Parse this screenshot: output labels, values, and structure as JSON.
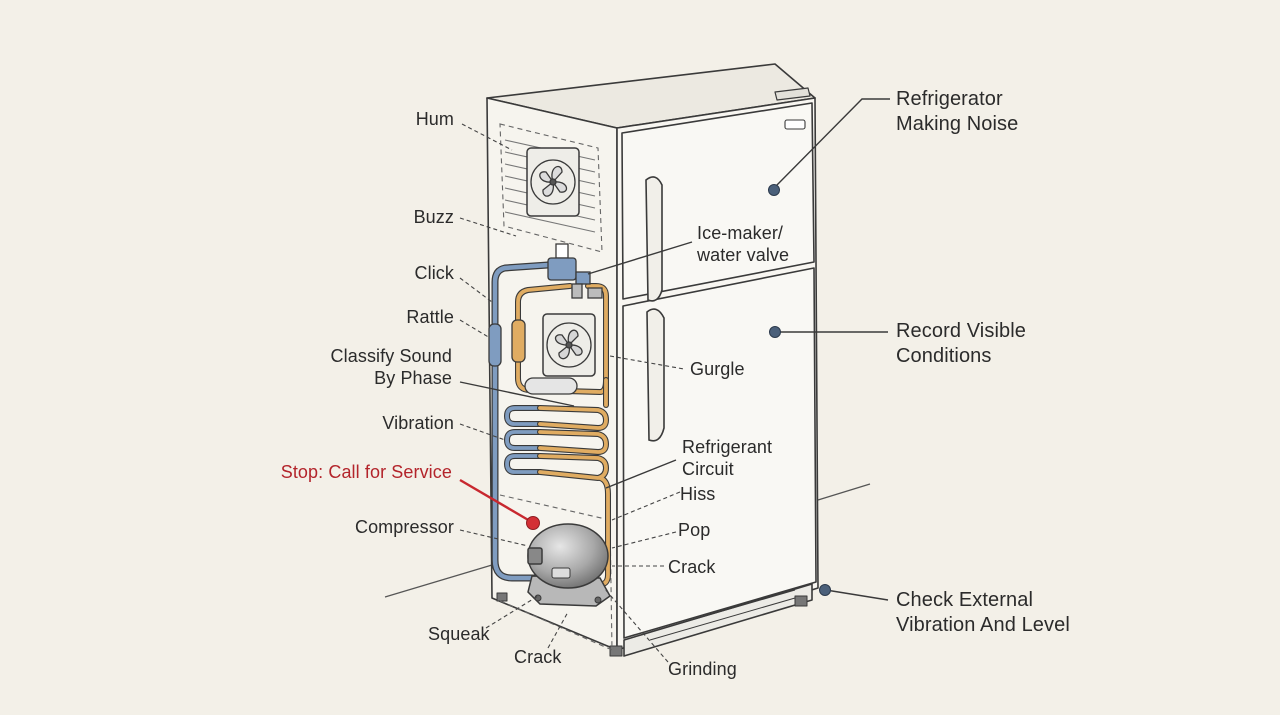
{
  "diagram": {
    "labels": {
      "hum": "Hum",
      "buzz": "Buzz",
      "click": "Click",
      "rattle": "Rattle",
      "classify": [
        "Classify Sound",
        "By Phase"
      ],
      "vibration": "Vibration",
      "stop": "Stop: Call for Service",
      "compressor": "Compressor",
      "squeak": "Squeak",
      "crack_bottom": "Crack",
      "ice_maker": [
        "Ice-maker/",
        "water valve"
      ],
      "gurgle": "Gurgle",
      "refrigerant": [
        "Refrigerant",
        "Circuit"
      ],
      "hiss": "Hiss",
      "pop": "Pop",
      "crack_right": "Crack",
      "grinding": "Grinding",
      "making_noise": [
        "Refrigerator",
        "Making Noise"
      ],
      "record": [
        "Record Visible",
        "Conditions"
      ],
      "external": [
        "Check External",
        "Vibration And Level"
      ]
    },
    "colors": {
      "background": "#f3f0e8",
      "line": "#3a3a3a",
      "stop": "#c8282f",
      "blue_pipe": "#6f8fb3",
      "orange_pipe": "#d9a45a",
      "callout_dot": "#4b607a"
    }
  }
}
